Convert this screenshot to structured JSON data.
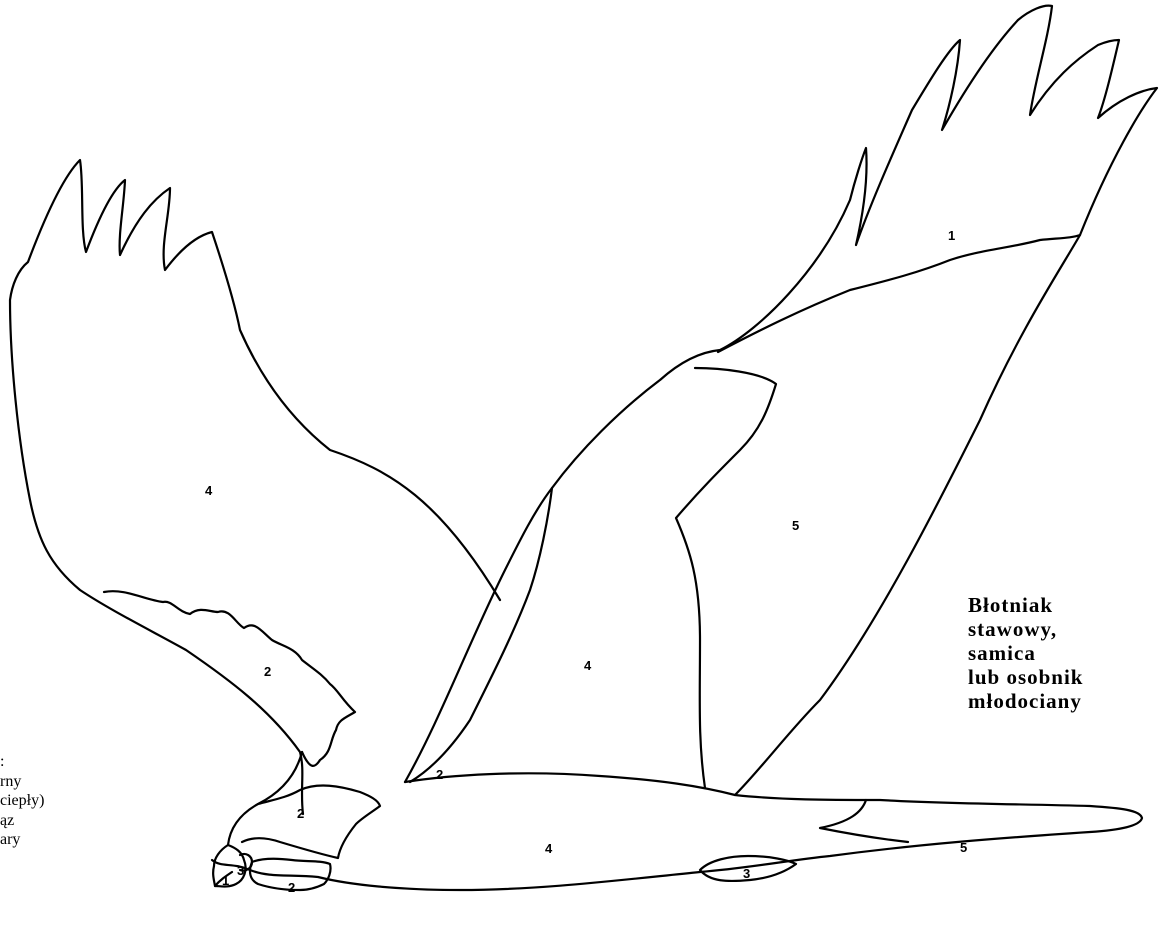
{
  "caption": {
    "lines": [
      "Błotniak",
      "stawowy,",
      "samica",
      "lub  osobnik",
      "młodociany"
    ]
  },
  "legend": {
    "lines": [
      ":",
      "rny",
      "ciepły)",
      "",
      "ąz",
      "ary"
    ]
  },
  "region_labels": {
    "left_wing": "4",
    "left_wing_band": "2",
    "right_wing_tip": "1",
    "right_wing_lower": "5",
    "right_wing_inner": "4",
    "right_wing_edge": "2",
    "head_top": "2",
    "beak": "1",
    "eye": "3",
    "head_chin": "2",
    "body": "4",
    "tail": "5",
    "leg": "3"
  }
}
